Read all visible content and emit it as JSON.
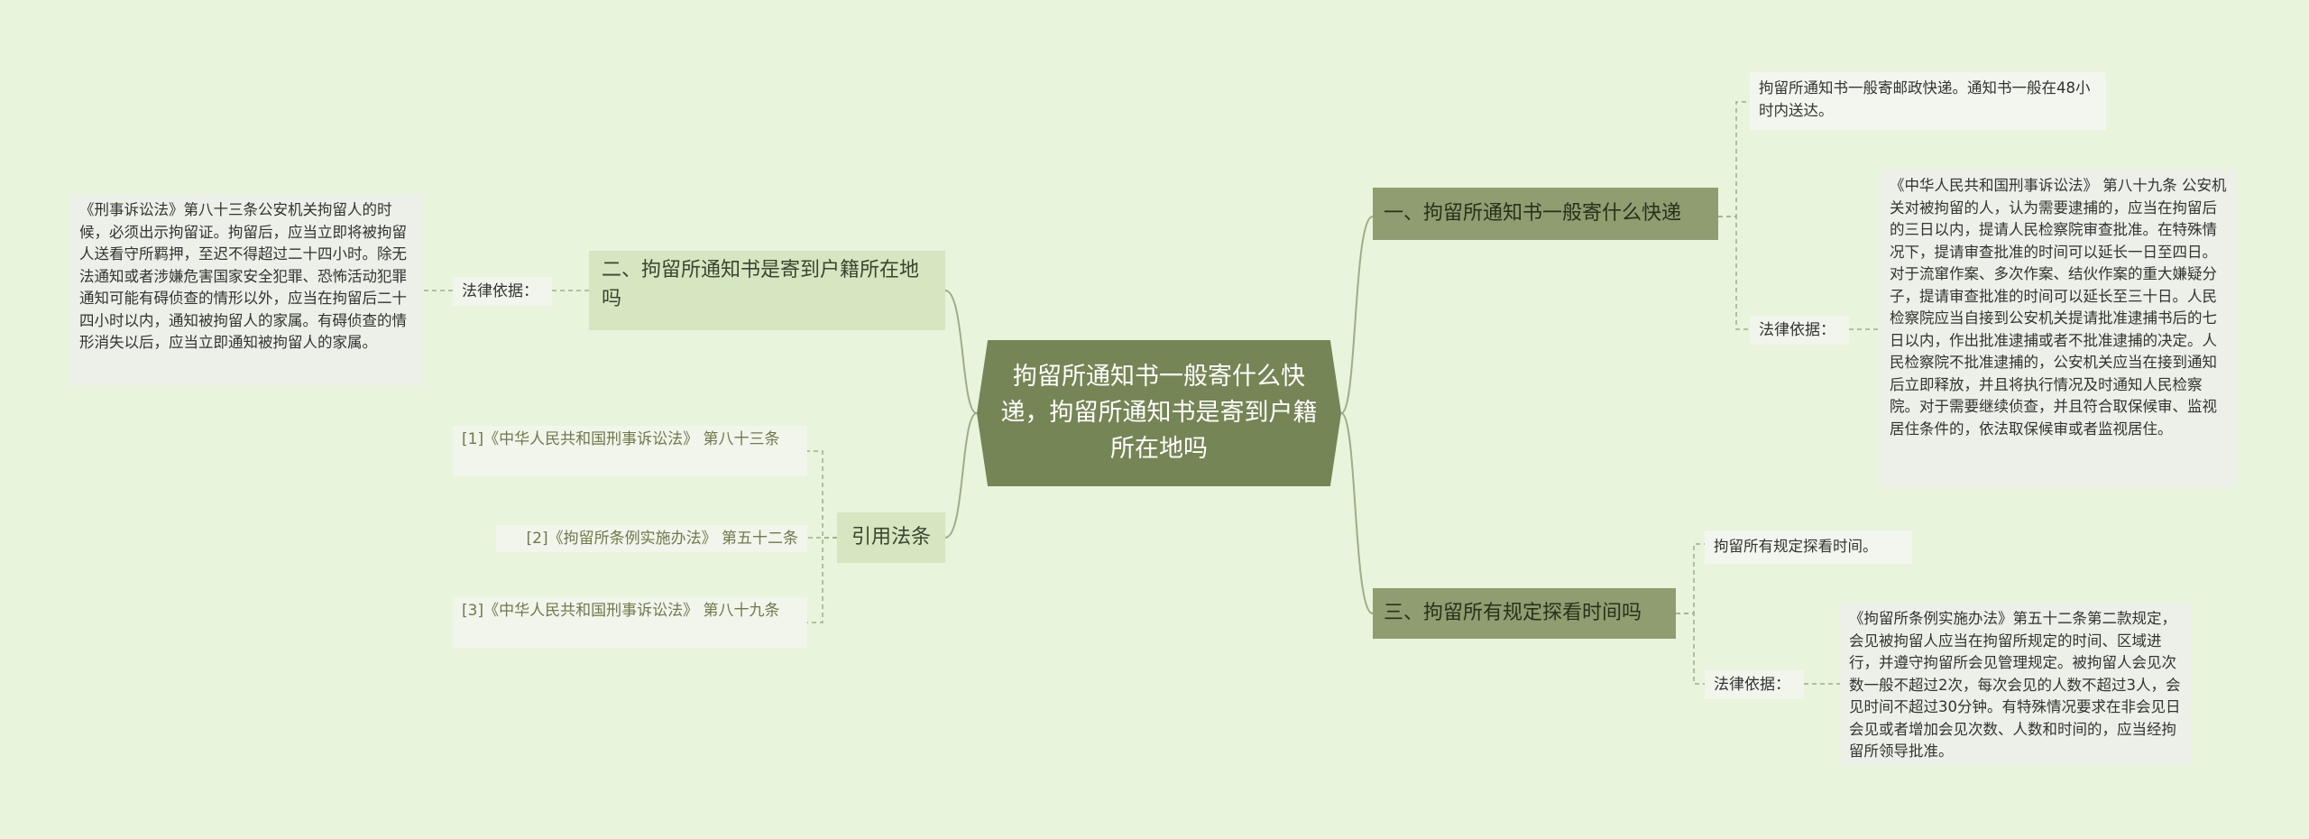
{
  "central": {
    "title": "拘留所通知书一般寄什么快递，拘留所通知书是寄到户籍所在地吗"
  },
  "right_branches": [
    {
      "title": "一、拘留所通知书一般寄什么快递",
      "note": "拘留所通知书一般寄邮政快递。通知书一般在48小时内送达。",
      "legal_label": "法律依据：",
      "legal_text": "《中华人民共和国刑事诉讼法》 第八十九条 公安机关对被拘留的人，认为需要逮捕的，应当在拘留后的三日以内，提请人民检察院审查批准。在特殊情况下，提请审查批准的时间可以延长一日至四日。对于流窜作案、多次作案、结伙作案的重大嫌疑分子，提请审查批准的时间可以延长至三十日。人民检察院应当自接到公安机关提请批准逮捕书后的七日以内，作出批准逮捕或者不批准逮捕的决定。人民检察院不批准逮捕的，公安机关应当在接到通知后立即释放，并且将执行情况及时通知人民检察院。对于需要继续侦查，并且符合取保候审、监视居住条件的，依法取保候审或者监视居住。"
    },
    {
      "title": "三、拘留所有规定探看时间吗",
      "note": "拘留所有规定探看时间。",
      "legal_label": "法律依据：",
      "legal_text": "《拘留所条例实施办法》第五十二条第二款规定，会见被拘留人应当在拘留所规定的时间、区域进行，并遵守拘留所会见管理规定。被拘留人会见次数一般不超过2次，每次会见的人数不超过3人，会见时间不超过30分钟。有特殊情况要求在非会见日会见或者增加会见次数、人数和时间的，应当经拘留所领导批准。"
    }
  ],
  "left_branches": [
    {
      "title": "二、拘留所通知书是寄到户籍所在地吗",
      "legal_label": "法律依据：",
      "legal_text": "《刑事诉讼法》第八十三条公安机关拘留人的时候，必须出示拘留证。拘留后，应当立即将被拘留人送看守所羁押，至迟不得超过二十四小时。除无法通知或者涉嫌危害国家安全犯罪、恐怖活动犯罪通知可能有碍侦查的情形以外，应当在拘留后二十四小时以内，通知被拘留人的家属。有碍侦查的情形消失以后，应当立即通知被拘留人的家属。"
    },
    {
      "title": "引用法条",
      "refs": [
        "[1]《中华人民共和国刑事诉讼法》 第八十三条",
        "[2]《拘留所条例实施办法》 第五十二条",
        "[3]《中华人民共和国刑事诉讼法》 第八十九条"
      ]
    }
  ],
  "colors": {
    "background": "#e8f4dc",
    "central": "#758555",
    "branch": "#8f9d71",
    "branch_light": "#d6e6c0",
    "connector": "#a0ad88"
  }
}
